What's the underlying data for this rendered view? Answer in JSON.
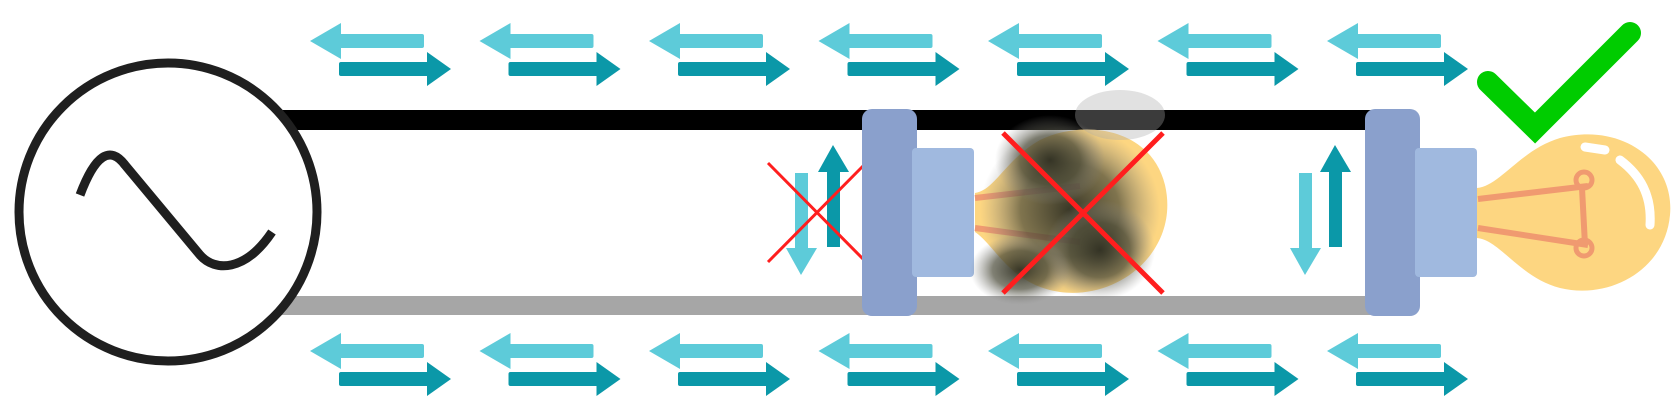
{
  "colors": {
    "background": "#ffffff",
    "live_wire": "#000000",
    "neutral_wire": "#a6a6a6",
    "source_outline": "#1f1f1f",
    "arrow_light": "#5dcbd9",
    "arrow_dark": "#0b98a8",
    "socket_dark": "#8aa0cc",
    "socket_light": "#a0b9df",
    "bulb_glass": "#fdd681",
    "bulb_filament": "#f09a70",
    "bulb_highlight": "#ffffff",
    "smoke": "#3a3a2a",
    "cross": "#ff1e1e",
    "check": "#00cc00"
  },
  "icons": {
    "source": "ac-source-icon",
    "blown_bulb": "blown-bulb-icon",
    "working_bulb": "working-bulb-icon",
    "check": "check-icon",
    "cross": "cross-icon"
  },
  "diagram": {
    "top_arrow_pairs": 7,
    "bottom_arrow_pairs": 7,
    "bulbs": [
      {
        "state": "blown",
        "current_crossed": true
      },
      {
        "state": "working",
        "current_crossed": false
      }
    ]
  }
}
